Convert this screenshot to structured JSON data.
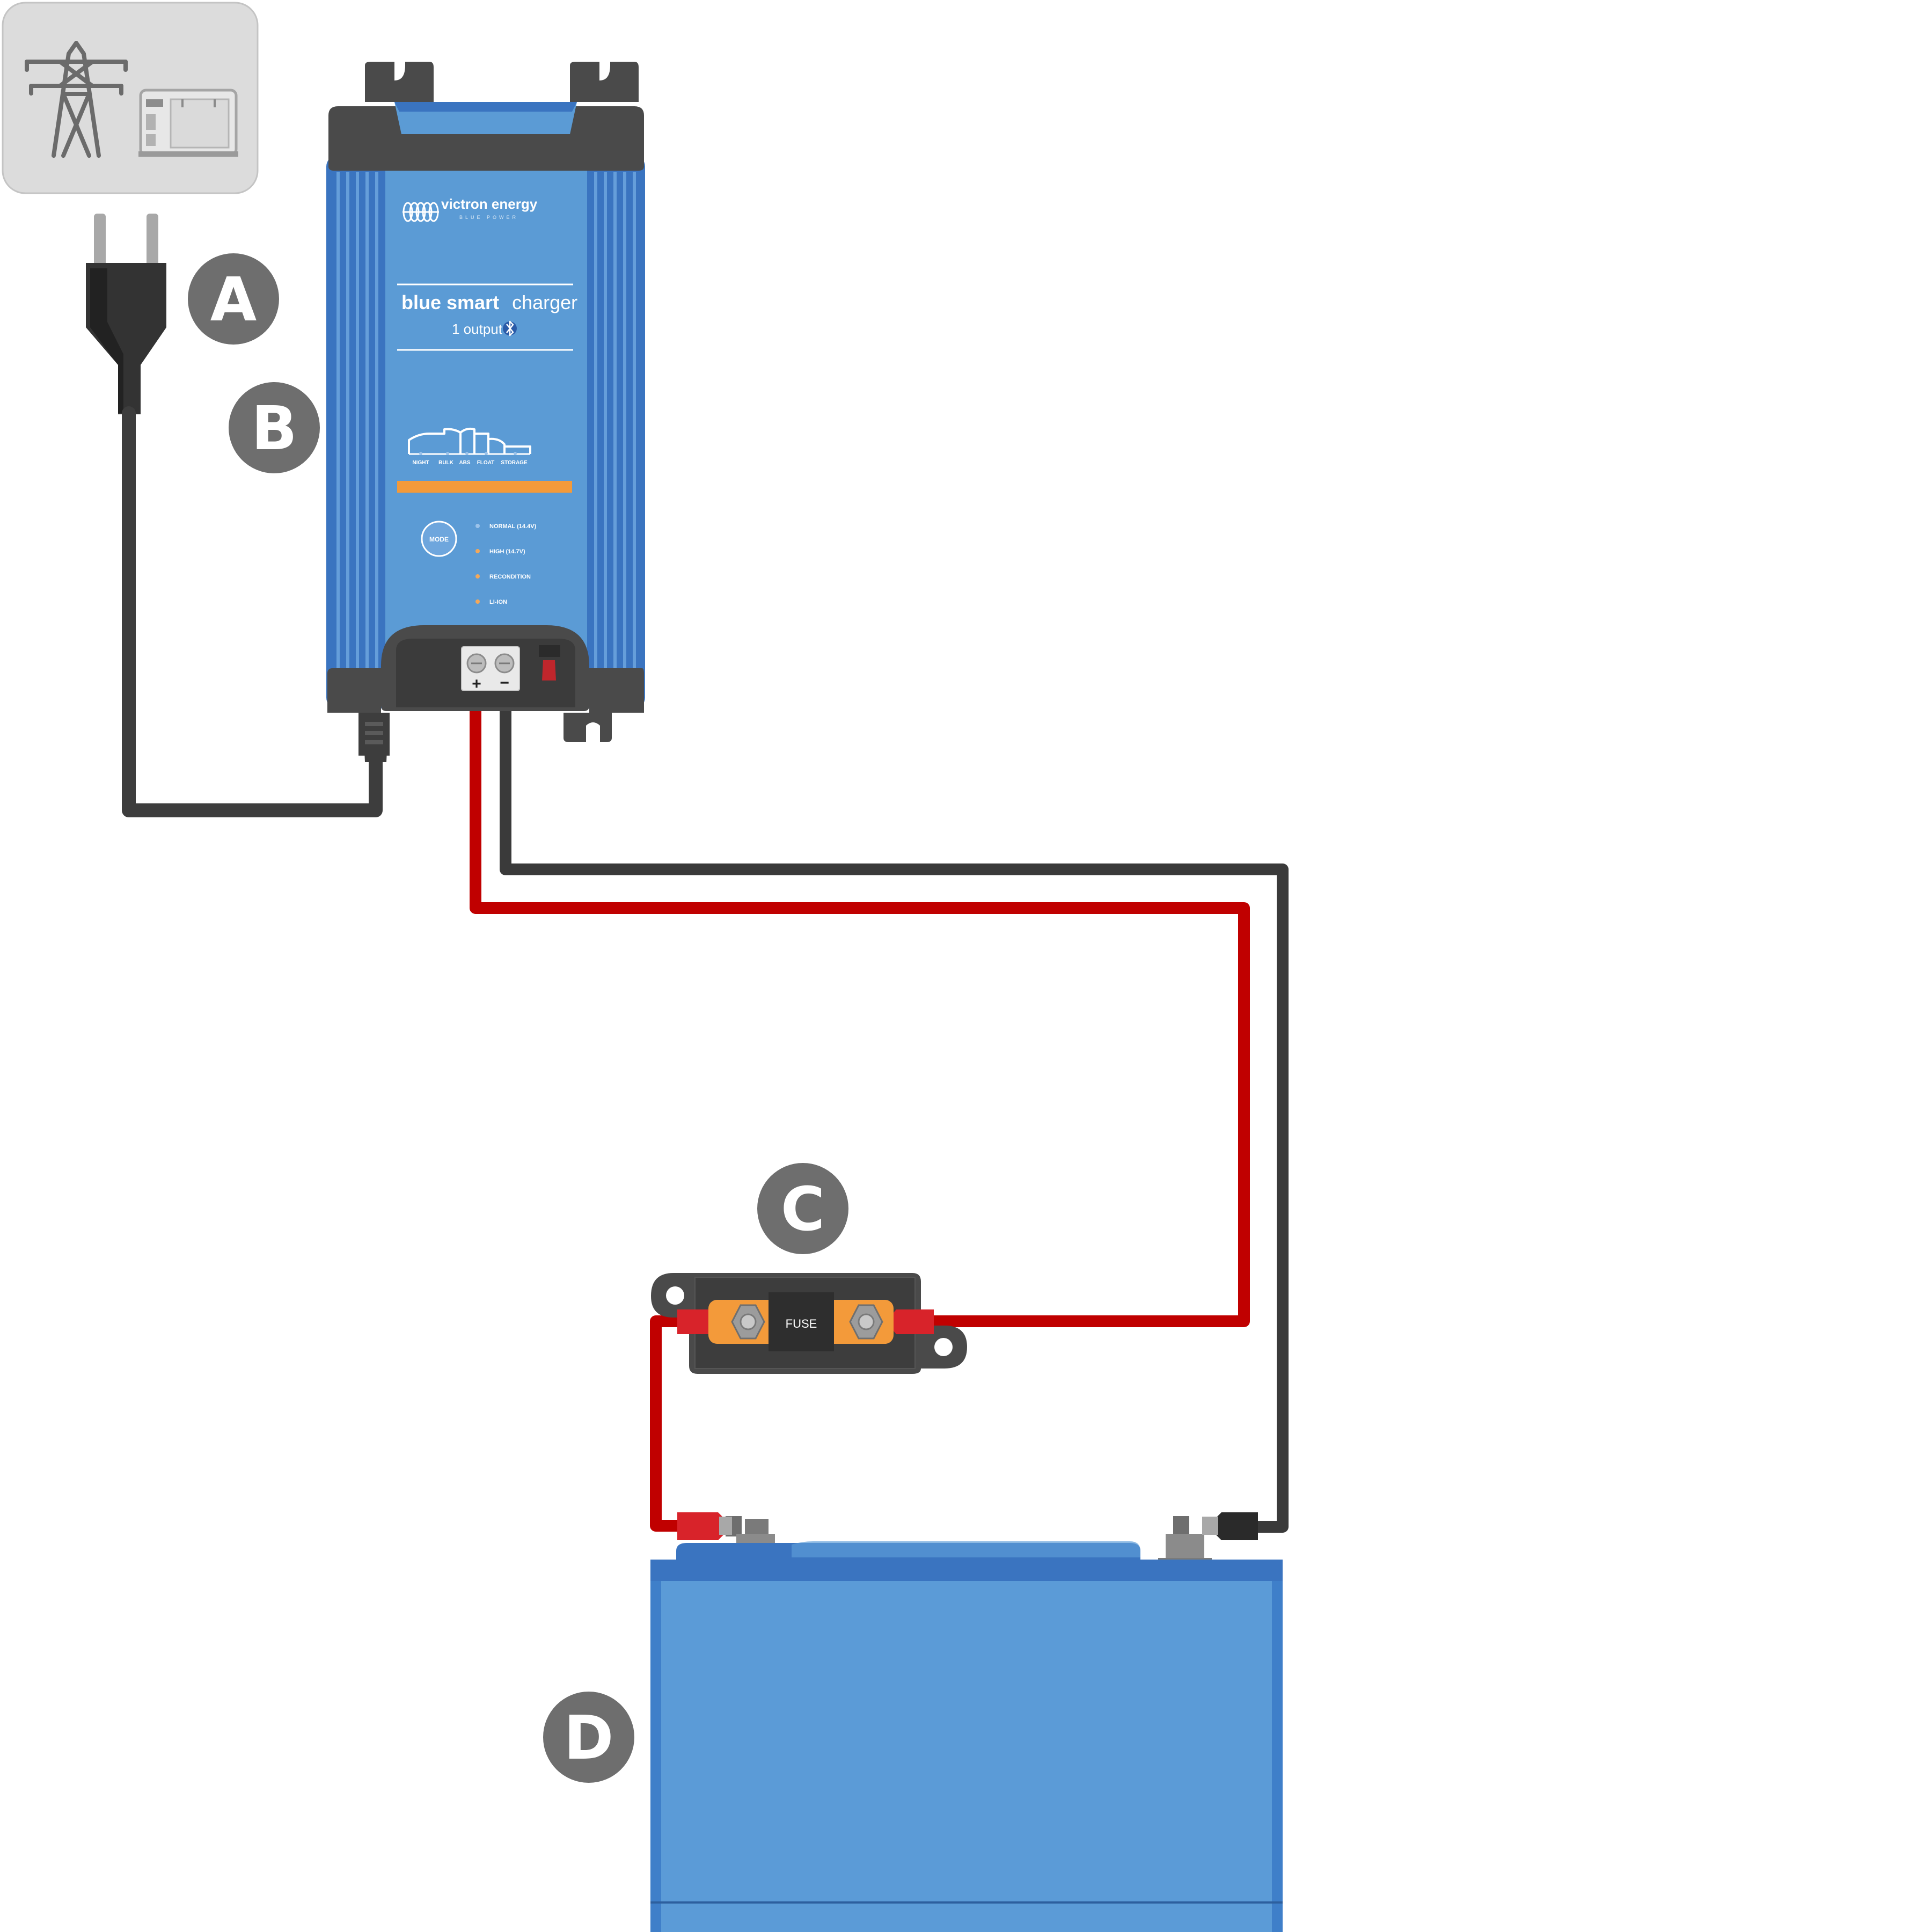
{
  "charger": {
    "brand": "victron energy",
    "brand_tagline": "BLUE POWER",
    "product_line1_bold": "blue smart",
    "product_line1_light": "charger",
    "product_line2": "1 output",
    "stages": [
      "NIGHT",
      "BULK",
      "ABS",
      "FLOAT",
      "STORAGE"
    ],
    "mode_button": "MODE",
    "modes": [
      "NORMAL (14.4V)",
      "HIGH (14.7V)",
      "RECONDITION",
      "LI-ION"
    ],
    "terminal_plus": "+",
    "terminal_minus": "−"
  },
  "callouts": {
    "a": "A",
    "b": "B",
    "c": "C",
    "d": "D"
  },
  "fuse": {
    "label": "FUSE"
  },
  "colors": {
    "charger_blue": "#5b9bd5",
    "charger_dark_blue": "#3a74c0",
    "housing_dark": "#4a4a4a",
    "positive_cable": "#c00000",
    "negative_cable": "#3a3a3a",
    "battery_blue": "#5b9bd7",
    "callout_gray": "#6e6e6e",
    "accent_orange": "#f39a3a"
  },
  "icons": {
    "power_source": [
      "transmission-tower-icon",
      "generator-icon"
    ],
    "plug": "power-plug-icon",
    "bluetooth": "bluetooth-icon"
  }
}
